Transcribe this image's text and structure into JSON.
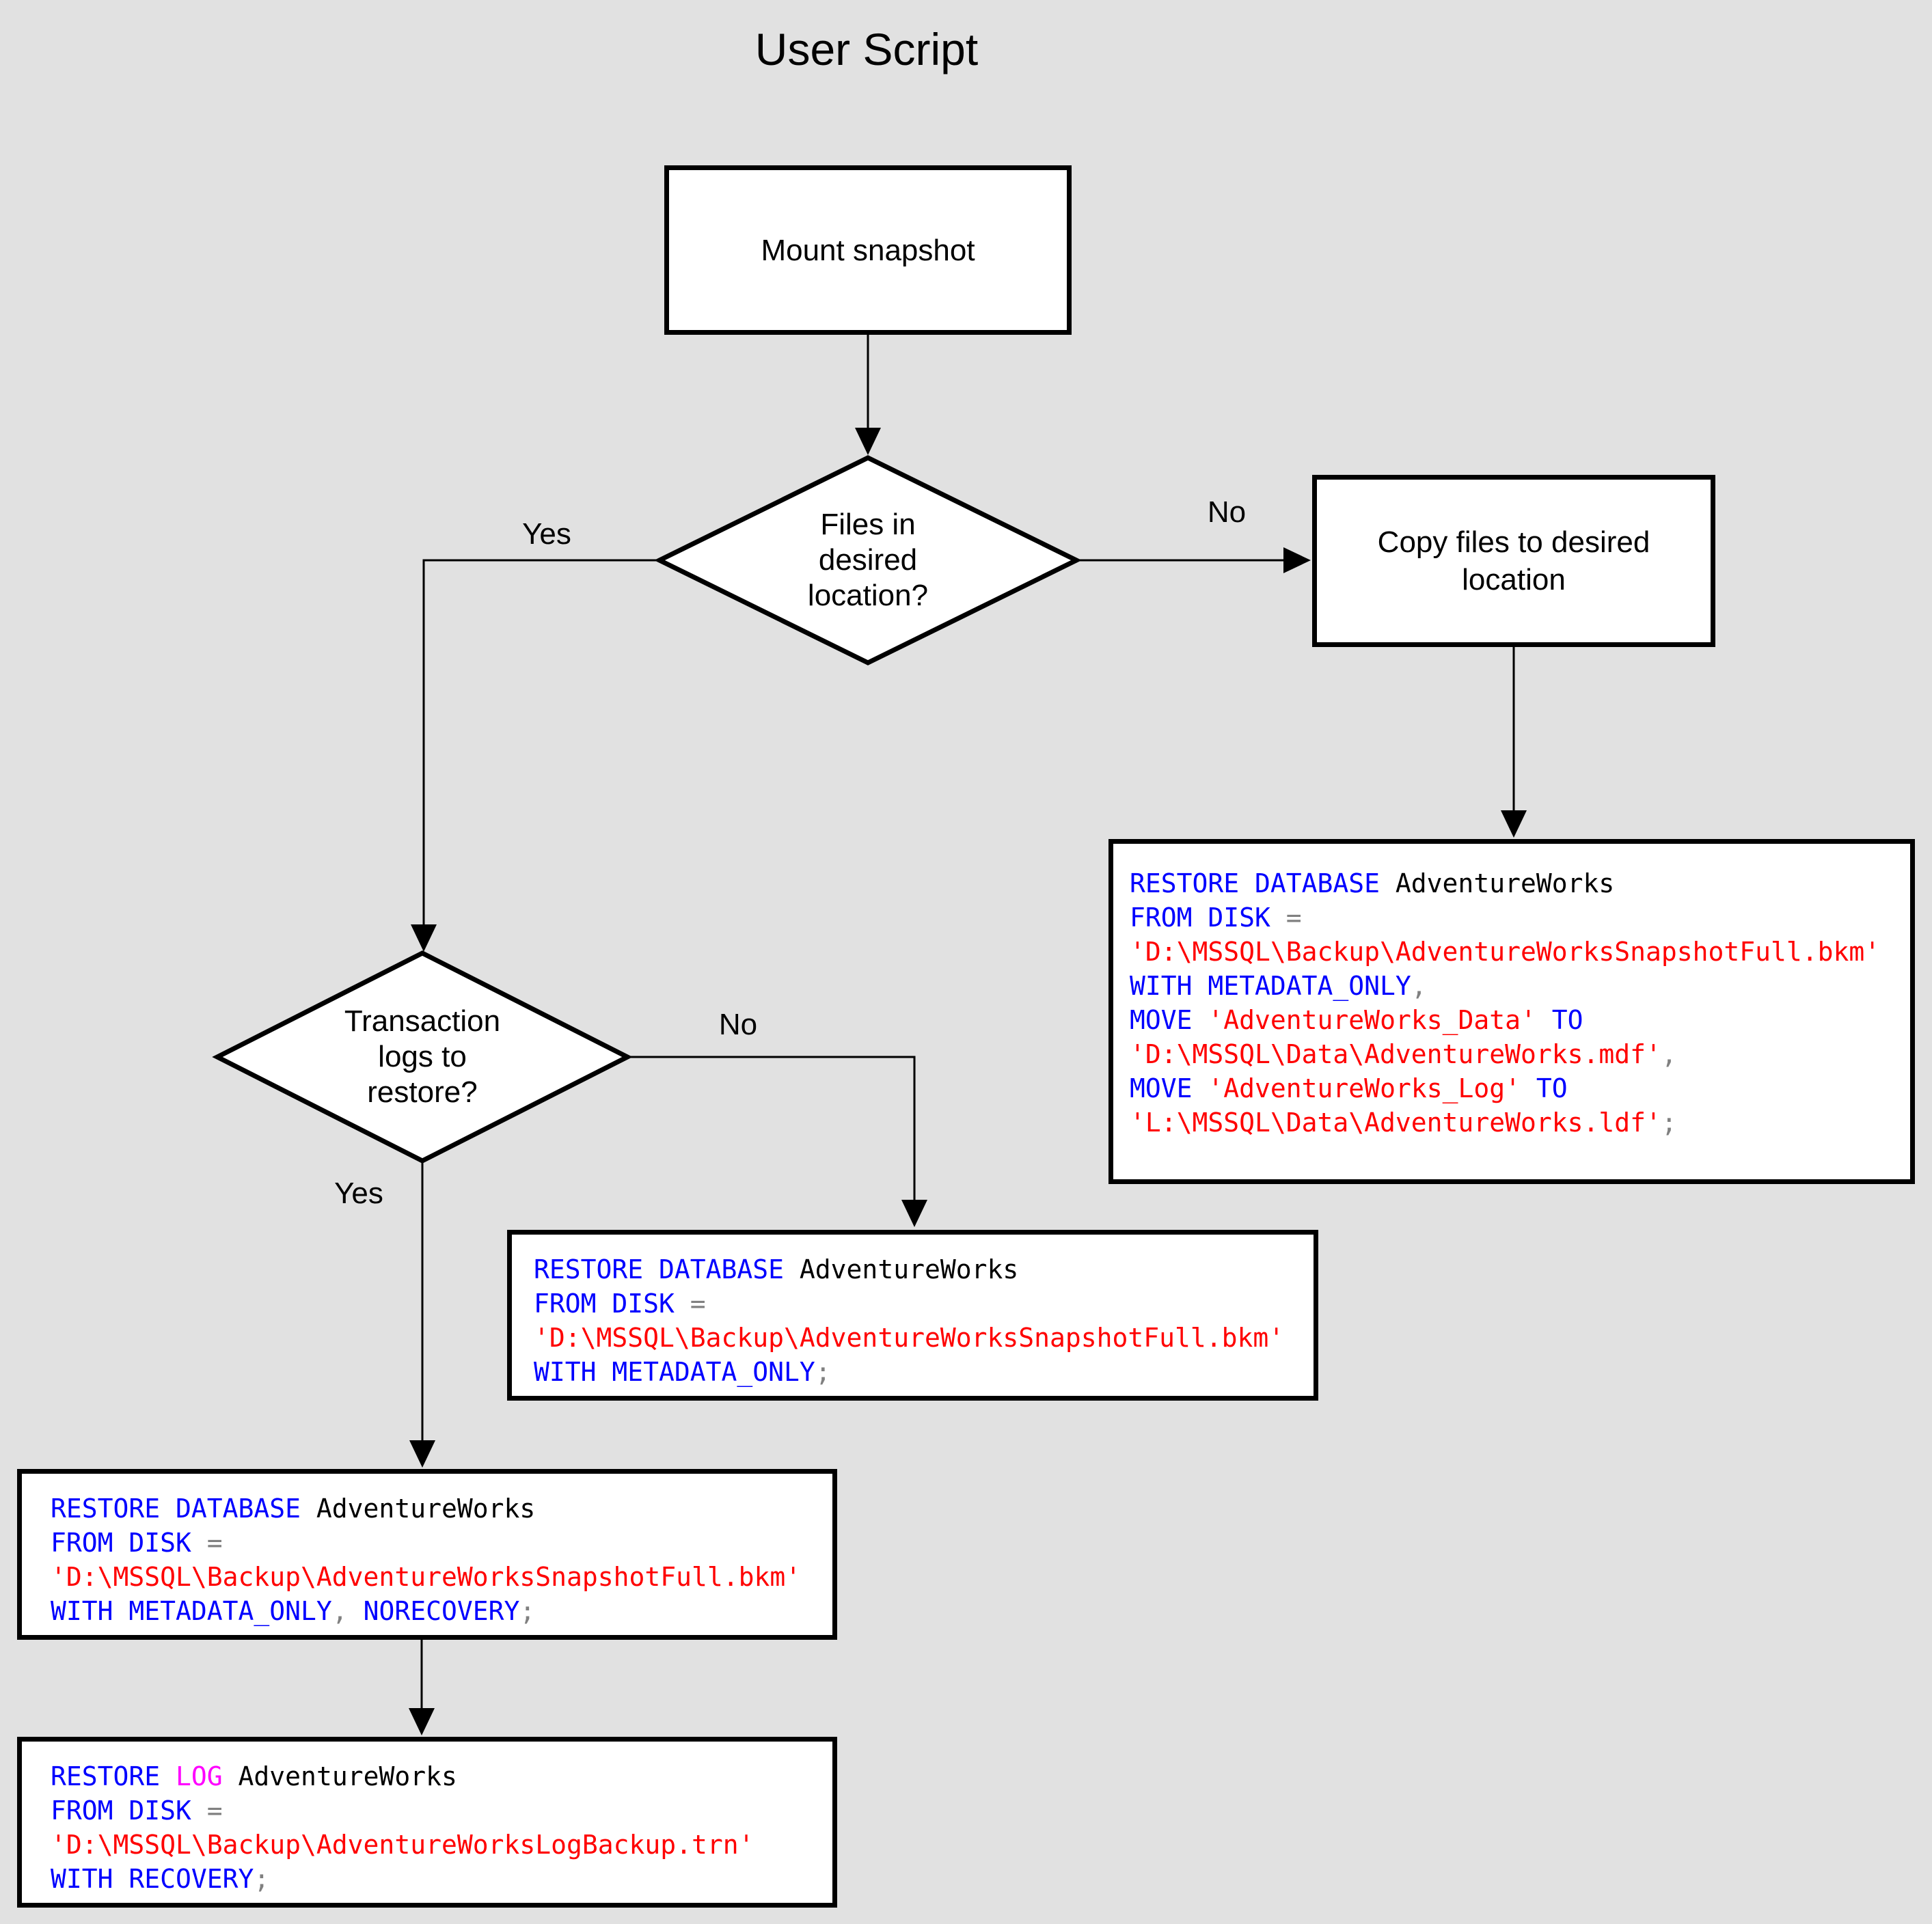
{
  "title": "User Script",
  "flow": {
    "mount_label": "Mount snapshot",
    "files_question": "Files in desired location?",
    "copy_label": "Copy files to desired location",
    "logs_question": "Transaction logs to restore?",
    "labels": {
      "files_yes": "Yes",
      "files_no": "No",
      "logs_yes": "Yes",
      "logs_no": "No"
    }
  },
  "colors": {
    "background": "#e1e1e1",
    "shape_fill": "#ffffff",
    "shape_border": "#000000",
    "keyword": "#0000ff",
    "string": "#ff0000",
    "operator": "#808080",
    "log_keyword": "#ff00ff",
    "plain_text": "#000000"
  },
  "code": {
    "copy_restore": [
      [
        {
          "t": "RESTORE DATABASE",
          "c": "kw"
        },
        {
          "t": " AdventureWorks",
          "c": "id"
        }
      ],
      [
        {
          "t": "FROM DISK",
          "c": "kw"
        },
        {
          "t": " ",
          "c": "id"
        },
        {
          "t": "=",
          "c": "op"
        }
      ],
      [
        {
          "t": "'D:\\MSSQL\\Backup\\AdventureWorksSnapshotFull.bkm'",
          "c": "str"
        }
      ],
      [
        {
          "t": "WITH METADATA_ONLY",
          "c": "kw"
        },
        {
          "t": ",",
          "c": "op"
        }
      ],
      [
        {
          "t": "MOVE",
          "c": "kw"
        },
        {
          "t": " ",
          "c": "id"
        },
        {
          "t": "'AdventureWorks_Data'",
          "c": "str"
        },
        {
          "t": " ",
          "c": "id"
        },
        {
          "t": "TO",
          "c": "kw"
        }
      ],
      [
        {
          "t": "'D:\\MSSQL\\Data\\AdventureWorks.mdf'",
          "c": "str"
        },
        {
          "t": ",",
          "c": "op"
        }
      ],
      [
        {
          "t": "MOVE",
          "c": "kw"
        },
        {
          "t": " ",
          "c": "id"
        },
        {
          "t": "'AdventureWorks_Log'",
          "c": "str"
        },
        {
          "t": " ",
          "c": "id"
        },
        {
          "t": "TO",
          "c": "kw"
        }
      ],
      [
        {
          "t": "'L:\\MSSQL\\Data\\AdventureWorks.ldf'",
          "c": "str"
        },
        {
          "t": ";",
          "c": "op"
        }
      ]
    ],
    "metadata_only": [
      [
        {
          "t": "RESTORE DATABASE",
          "c": "kw"
        },
        {
          "t": " AdventureWorks",
          "c": "id"
        }
      ],
      [
        {
          "t": "FROM DISK",
          "c": "kw"
        },
        {
          "t": " ",
          "c": "id"
        },
        {
          "t": "=",
          "c": "op"
        }
      ],
      [
        {
          "t": "'D:\\MSSQL\\Backup\\AdventureWorksSnapshotFull.bkm'",
          "c": "str"
        }
      ],
      [
        {
          "t": "WITH METADATA_ONLY",
          "c": "kw"
        },
        {
          "t": ";",
          "c": "op"
        }
      ]
    ],
    "norecovery": [
      [
        {
          "t": "RESTORE DATABASE",
          "c": "kw"
        },
        {
          "t": " AdventureWorks",
          "c": "id"
        }
      ],
      [
        {
          "t": "FROM DISK",
          "c": "kw"
        },
        {
          "t": " ",
          "c": "id"
        },
        {
          "t": "=",
          "c": "op"
        }
      ],
      [
        {
          "t": "'D:\\MSSQL\\Backup\\AdventureWorksSnapshotFull.bkm'",
          "c": "str"
        }
      ],
      [
        {
          "t": "WITH METADATA_ONLY",
          "c": "kw"
        },
        {
          "t": ", ",
          "c": "op"
        },
        {
          "t": "NORECOVERY",
          "c": "kw"
        },
        {
          "t": ";",
          "c": "op"
        }
      ]
    ],
    "log_recovery": [
      [
        {
          "t": "RESTORE ",
          "c": "kw"
        },
        {
          "t": "LOG",
          "c": "fn"
        },
        {
          "t": " AdventureWorks",
          "c": "id"
        }
      ],
      [
        {
          "t": "FROM DISK",
          "c": "kw"
        },
        {
          "t": " ",
          "c": "id"
        },
        {
          "t": "=",
          "c": "op"
        }
      ],
      [
        {
          "t": "'D:\\MSSQL\\Backup\\AdventureWorksLogBackup.trn'",
          "c": "str"
        }
      ],
      [
        {
          "t": "WITH RECOVERY",
          "c": "kw"
        },
        {
          "t": ";",
          "c": "op"
        }
      ]
    ]
  }
}
